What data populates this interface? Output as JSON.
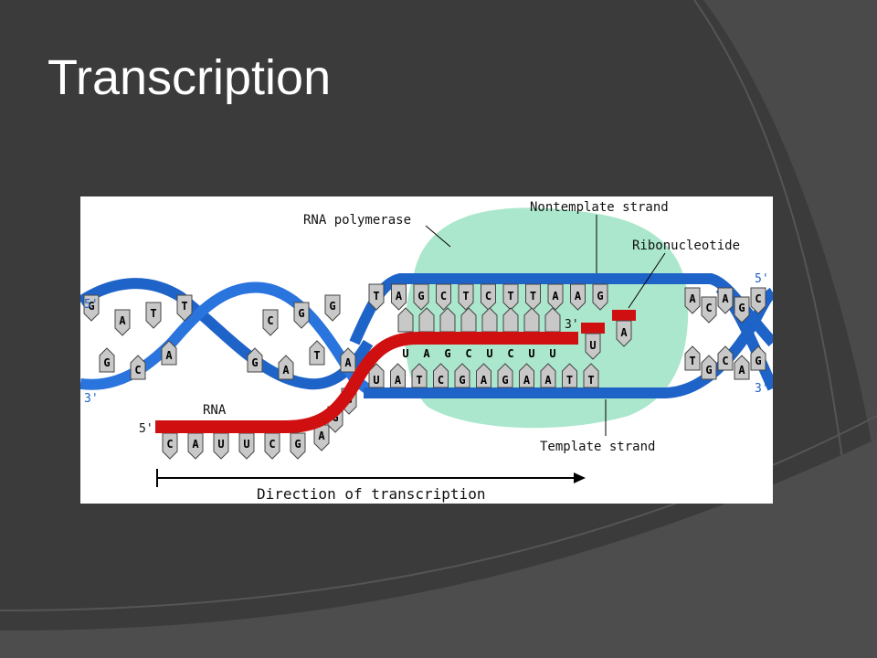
{
  "slide": {
    "title": "Transcription"
  },
  "diagram": {
    "labels": {
      "rna_polymerase": "RNA polymerase",
      "nontemplate_strand": "Nontemplate strand",
      "ribonucleotide": "Ribonucleotide",
      "template_strand": "Template strand",
      "rna": "RNA",
      "direction": "Direction of transcription"
    },
    "ends": {
      "five_prime": "5'",
      "three_prime": "3'"
    },
    "sequences": {
      "nontemplate_top": [
        "T",
        "A",
        "G",
        "C",
        "T",
        "C",
        "T",
        "T",
        "A",
        "A",
        "G"
      ],
      "rna_in_bubble": [
        "U",
        "A",
        "G",
        "C",
        "U",
        "C",
        "U",
        "U"
      ],
      "template_bottom": [
        "U",
        "A",
        "T",
        "C",
        "G",
        "A",
        "G",
        "A",
        "A",
        "T",
        "T"
      ],
      "rna_exit": [
        "C",
        "A",
        "U",
        "U",
        "C",
        "G",
        "A",
        "G",
        "G"
      ],
      "left_helix": [
        "G",
        "G",
        "A",
        "C",
        "T",
        "A",
        "T",
        "G",
        "C",
        "A",
        "G",
        "T",
        "G",
        "A"
      ],
      "right_helix": [
        "A",
        "C",
        "A",
        "G",
        "C",
        "T",
        "G",
        "C",
        "A",
        "G"
      ]
    },
    "colors": {
      "dna_strand": "#1e63c8",
      "rna_strand": "#d01010",
      "polymerase": "#a7e6c9",
      "base_fill": "#c8c8c8"
    }
  }
}
